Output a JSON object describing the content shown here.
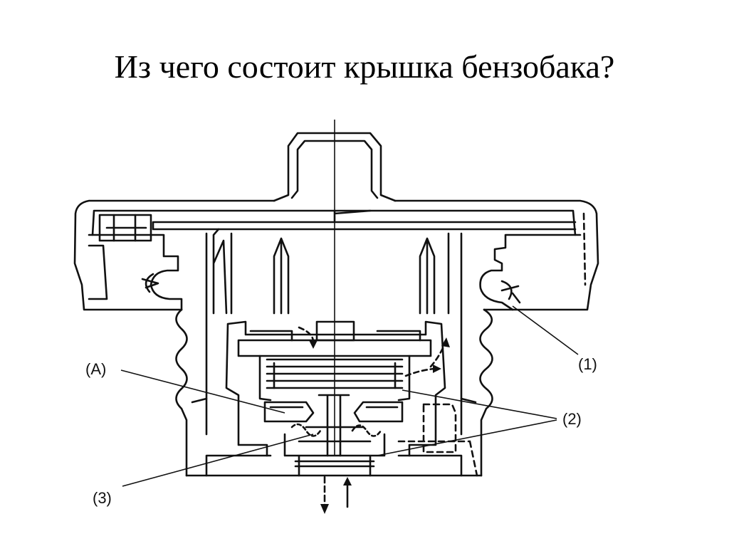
{
  "slide": {
    "title": "Из чего состоит крышка бензобака?"
  },
  "diagram": {
    "labels": {
      "a": "(A)",
      "one": "(1)",
      "two": "(2)",
      "three": "(3)"
    },
    "colors": {
      "line": "#111111",
      "background": "#ffffff"
    }
  }
}
